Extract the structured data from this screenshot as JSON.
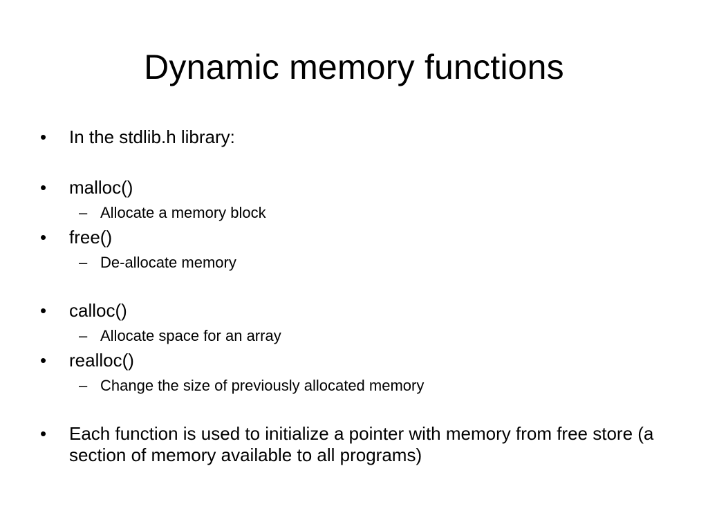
{
  "slide": {
    "title": "Dynamic memory functions",
    "bullet_glyph": "•",
    "dash_glyph": "–",
    "items": [
      {
        "level": 1,
        "text": "In the stdlib.h library:"
      },
      {
        "level": 1,
        "text": "malloc()"
      },
      {
        "level": 2,
        "text": "Allocate a memory block"
      },
      {
        "level": 1,
        "text": "free()"
      },
      {
        "level": 2,
        "text": "De-allocate memory"
      },
      {
        "level": 1,
        "text": "calloc()"
      },
      {
        "level": 2,
        "text": "Allocate space for an array"
      },
      {
        "level": 1,
        "text": "realloc()"
      },
      {
        "level": 2,
        "text": "Change the size of previously allocated memory"
      },
      {
        "level": 1,
        "text": "Each function is used to initialize a pointer with memory from free store (a section of memory available to all programs)"
      }
    ]
  }
}
